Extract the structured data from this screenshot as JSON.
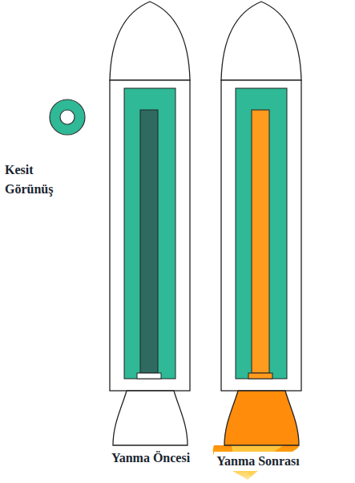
{
  "diagram": {
    "labels": [
      "Kesit Görünüş",
      "Yanma Öncesi",
      "Yanma Sonrası"
    ]
  }
}
